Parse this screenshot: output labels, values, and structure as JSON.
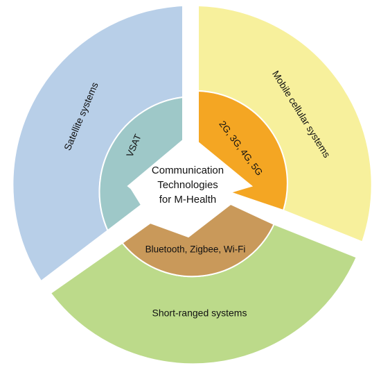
{
  "center": {
    "lines": [
      "Communication",
      "Technologies",
      "for M-Health"
    ]
  },
  "segments": [
    {
      "id": "satellite",
      "outer_label": "Satellite systems",
      "inner_label": "VSAT",
      "outer_color": "#b8cfe8",
      "inner_color": "#9ec8c8"
    },
    {
      "id": "mobile",
      "outer_label": "Mobile cellular systems",
      "inner_label": "2G, 3G, 4G, 5G",
      "outer_color": "#f7f09c",
      "inner_color": "#f4a623"
    },
    {
      "id": "short",
      "outer_label": "Short-ranged systems",
      "inner_label": "Bluetooth, Zigbee, Wi-Fi",
      "outer_color": "#bcda8a",
      "inner_color": "#c9995a"
    }
  ],
  "colors": {
    "stroke": "#ffffff",
    "background": "#ffffff"
  }
}
